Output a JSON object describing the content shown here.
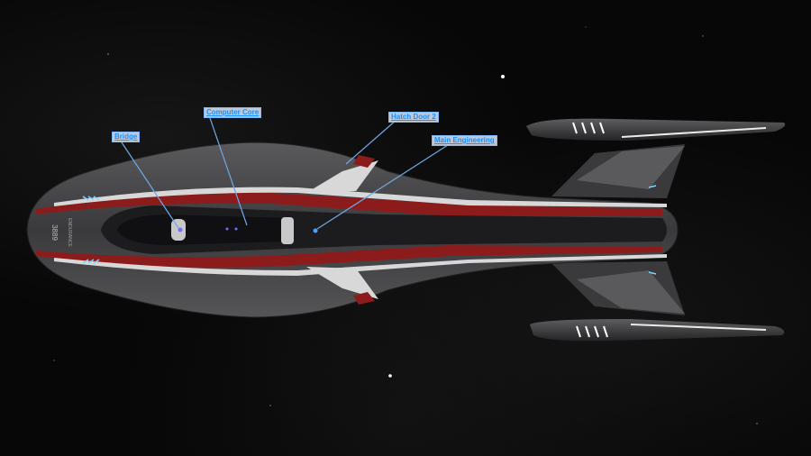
{
  "scene": {
    "hotspots": [
      {
        "id": "bridge",
        "label": "Bridge"
      },
      {
        "id": "computer-core",
        "label": "Computer Core"
      },
      {
        "id": "hatch-door-2",
        "label": "Hatch Door 2"
      },
      {
        "id": "main-engineering",
        "label": "Main Engineering"
      }
    ],
    "hull_marking": "3889",
    "hull_name": "ENDURANCE",
    "colors": {
      "space": "#070707",
      "hull": "#4a4a4c",
      "hull_dark": "#1c1c1e",
      "stripe_red": "#8c1c1c",
      "stripe_white": "#d8d8d8",
      "label_text": "#1a8fff",
      "pointer_line": "#6ea8e6"
    }
  }
}
